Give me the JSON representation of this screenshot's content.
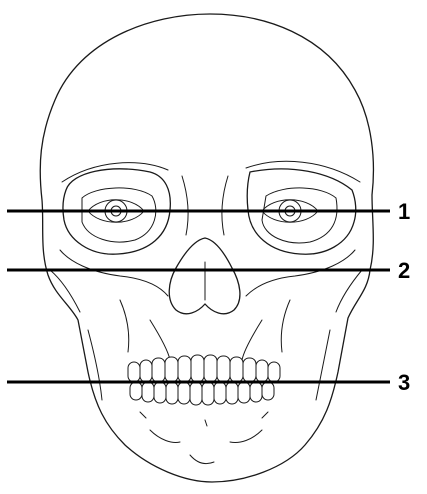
{
  "figure": {
    "labels": [
      "1",
      "2",
      "3"
    ],
    "colors": {
      "line": "#000000",
      "drawing": "#1a1a1a",
      "background": "#ffffff"
    }
  }
}
